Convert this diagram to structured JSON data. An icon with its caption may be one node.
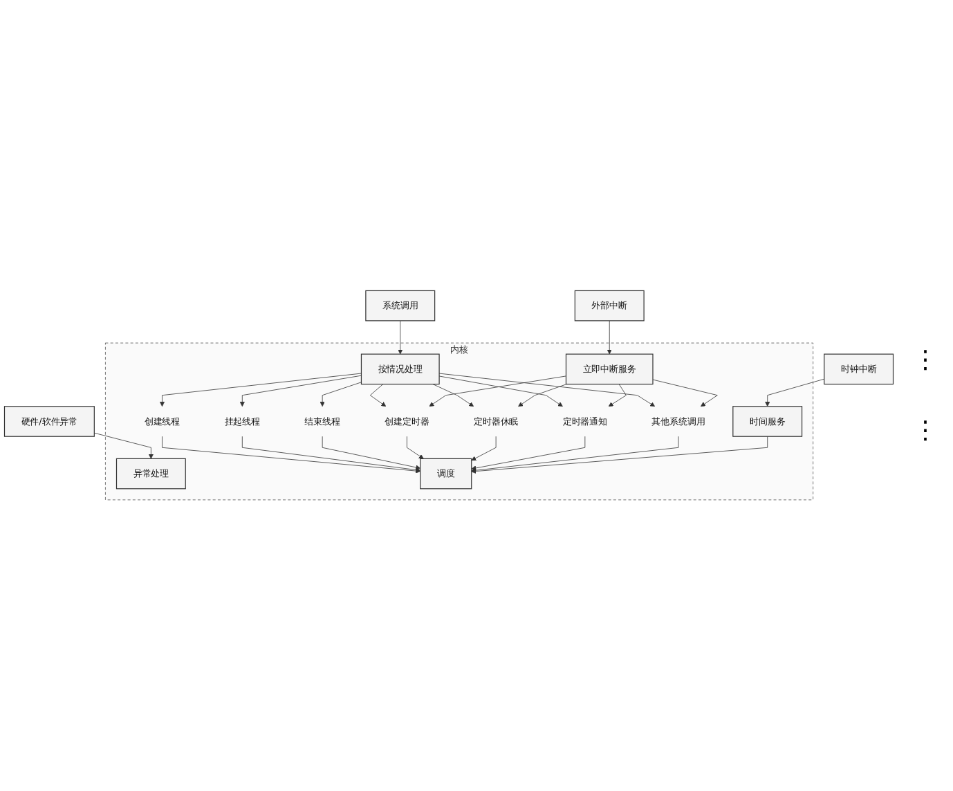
{
  "diagram": {
    "nodes": [
      {
        "text": [
          "外部中断"
        ]
      },
      {
        "text": [
          "系统调用"
        ]
      },
      {
        "text": [
          "硬件/软件异常"
        ]
      },
      {
        "text": [
          "时钟中断"
        ]
      },
      {
        "text": [
          "内核"
        ]
      },
      {
        "text": [
          "立即中断服务"
        ],
        "in": 4
      },
      {
        "text": [
          "按情况处理"
        ],
        "in": 4
      },
      {
        "text": [
          "异常处理"
        ],
        "in": 4
      },
      {
        "text": [
          "时间服务"
        ],
        "in": 4
      },
      {
        "text": [
          "创建线程"
        ],
        "in": 4
      },
      {
        "text": [
          "挂起线程"
        ],
        "in": 4
      },
      {
        "text": [
          "结束线程"
        ],
        "in": 4
      },
      {
        "text": [
          "创建定时器"
        ],
        "in": 4
      },
      {
        "text": [
          "定时器休眠"
        ],
        "in": 4
      },
      {
        "text": [
          "定时器通知"
        ],
        "in": 4
      },
      {
        "text": [
          "其他系统调用"
        ],
        "in": 4
      },
      {
        "text": [
          "调度"
        ],
        "in": 4
      }
    ],
    "edges": [
      {
        "from": 0,
        "to": 5,
        "arrow": "to"
      },
      {
        "from": 1,
        "to": 6,
        "arrow": "to"
      },
      {
        "from": 2,
        "to": 7,
        "arrow": "to"
      },
      {
        "from": 3,
        "to": 8,
        "arrow": "to"
      },
      {
        "from": 6,
        "to": 9,
        "arrow": "to"
      },
      {
        "from": 6,
        "to": 10,
        "arrow": "to"
      },
      {
        "from": 6,
        "to": 11,
        "arrow": "to"
      },
      {
        "from": 6,
        "to": 12,
        "arrow": "to"
      },
      {
        "from": 6,
        "to": 13,
        "arrow": "to"
      },
      {
        "from": 6,
        "to": 14,
        "arrow": "to"
      },
      {
        "from": 6,
        "to": 15,
        "arrow": "to"
      },
      {
        "from": 5,
        "to": 12,
        "arrow": "to"
      },
      {
        "from": 5,
        "to": 13,
        "arrow": "to"
      },
      {
        "from": 5,
        "to": 14,
        "arrow": "to"
      },
      {
        "from": 5,
        "to": 15,
        "arrow": "to"
      },
      {
        "from": 9,
        "to": 16,
        "arrow": "to"
      },
      {
        "from": 10,
        "to": 16,
        "arrow": "to"
      },
      {
        "from": 11,
        "to": 16,
        "arrow": "to"
      },
      {
        "from": 12,
        "to": 16,
        "arrow": "to"
      },
      {
        "from": 13,
        "to": 16,
        "arrow": "to"
      },
      {
        "from": 14,
        "to": 16,
        "arrow": "to"
      },
      {
        "from": 15,
        "to": 16,
        "arrow": "to"
      },
      {
        "from": 8,
        "to": 16,
        "arrow": "to"
      }
    ],
    "labels": [
      "⋮",
      "⋮"
    ]
  }
}
